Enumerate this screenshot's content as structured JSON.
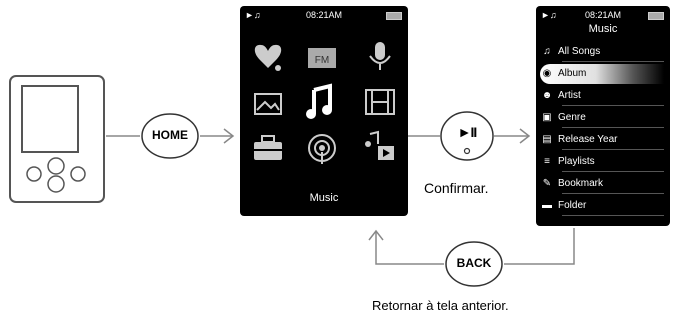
{
  "home_screen": {
    "status_time": "08:21AM",
    "caption": "Music",
    "icons": [
      "heart-music-icon",
      "fm-radio-icon",
      "microphone-icon",
      "photo-icon",
      "music-note-icon",
      "film-icon",
      "toolbox-icon",
      "podcast-icon",
      "video-music-icon"
    ]
  },
  "menu_screen": {
    "status_time": "08:21AM",
    "title": "Music",
    "items": [
      {
        "label": "All Songs",
        "icon": "music-note-icon",
        "glyph": "♫"
      },
      {
        "label": "Album",
        "icon": "disc-icon",
        "glyph": "◉"
      },
      {
        "label": "Artist",
        "icon": "person-icon",
        "glyph": "☻"
      },
      {
        "label": "Genre",
        "icon": "genre-icon",
        "glyph": "▣"
      },
      {
        "label": "Release Year",
        "icon": "calendar-icon",
        "glyph": "▤"
      },
      {
        "label": "Playlists",
        "icon": "playlist-icon",
        "glyph": "≡"
      },
      {
        "label": "Bookmark",
        "icon": "bookmark-icon",
        "glyph": "✎"
      },
      {
        "label": "Folder",
        "icon": "folder-icon",
        "glyph": "▬"
      }
    ],
    "selected_index": 1
  },
  "buttons": {
    "home": "HOME",
    "play_pause": "►II",
    "back": "BACK"
  },
  "captions": {
    "confirm": "Confirmar.",
    "back": "Retornar à tela anterior."
  }
}
